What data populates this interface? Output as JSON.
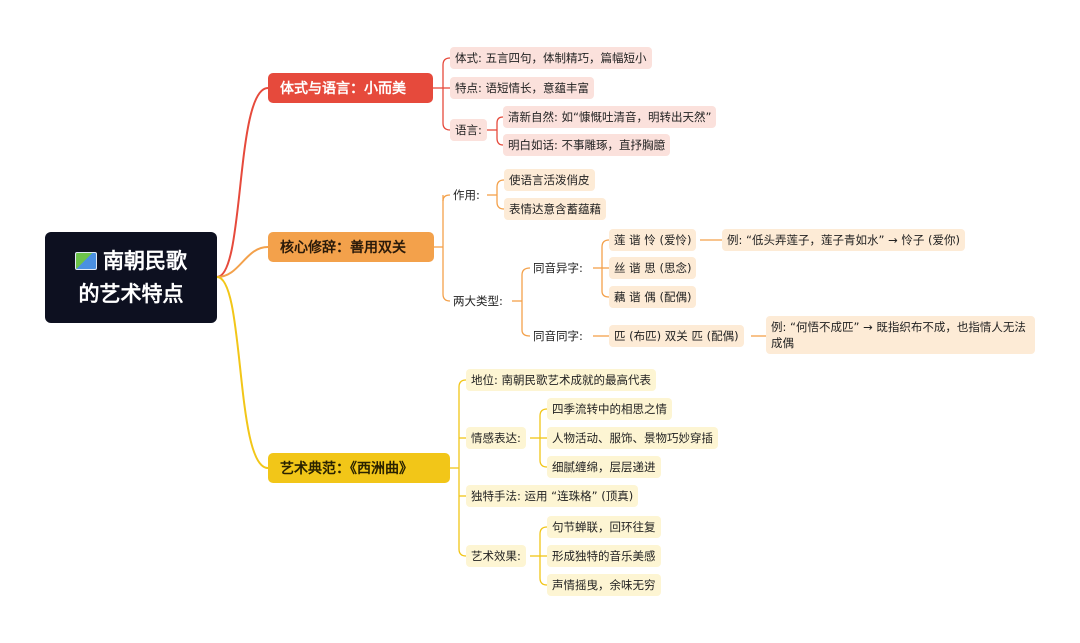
{
  "root": {
    "line1": "南朝民歌",
    "line2": "的艺术特点",
    "icon": "map-icon"
  },
  "branch1": {
    "title": "体式与语言：小而美",
    "tishi": "体式: 五言四句，体制精巧，篇幅短小",
    "tedian": "特点: 语短情长，意蕴丰富",
    "yuyan": "语言:",
    "yuyan_1": "清新自然: 如“慷慨吐清音，明转出天然”",
    "yuyan_2": "明白如话: 不事雕琢，直抒胸臆"
  },
  "branch2": {
    "title": "核心修辞：善用双关",
    "zuoyong": "作用:",
    "zuoyong_1": "使语言活泼俏皮",
    "zuoyong_2": "表情达意含蓄蕴藉",
    "leixing": "两大类型:",
    "yizi": "同音异字:",
    "lian": "莲 谐 怜 (爱怜)",
    "lian_example": "例: “低头弄莲子，莲子青如水” → 怜子 (爱你)",
    "si": "丝 谐 思 (思念)",
    "ou": "藕 谐 偶 (配偶)",
    "tongzi": "同音同字:",
    "pi": "匹 (布匹) 双关 匹 (配偶)",
    "pi_example": "例: “何悟不成匹” → 既指织布不成，也指情人无法成偶"
  },
  "branch3": {
    "title": "艺术典范：《西洲曲》",
    "diwei": "地位: 南朝民歌艺术成就的最高代表",
    "qinggan": "情感表达:",
    "qinggan_1": "四季流转中的相思之情",
    "qinggan_2": "人物活动、服饰、景物巧妙穿插",
    "qinggan_3": "细腻缠绵，层层递进",
    "shoufa": "独特手法: 运用 “连珠格” (顶真)",
    "xiaoguo": "艺术效果:",
    "xiaoguo_1": "句节蝉联，回环往复",
    "xiaoguo_2": "形成独特的音乐美感",
    "xiaoguo_3": "声情摇曳，余味无穷"
  },
  "colors": {
    "red": "#e64a3c",
    "orange": "#f3a14b",
    "yellow": "#f2c618",
    "root": "#0d1020"
  }
}
